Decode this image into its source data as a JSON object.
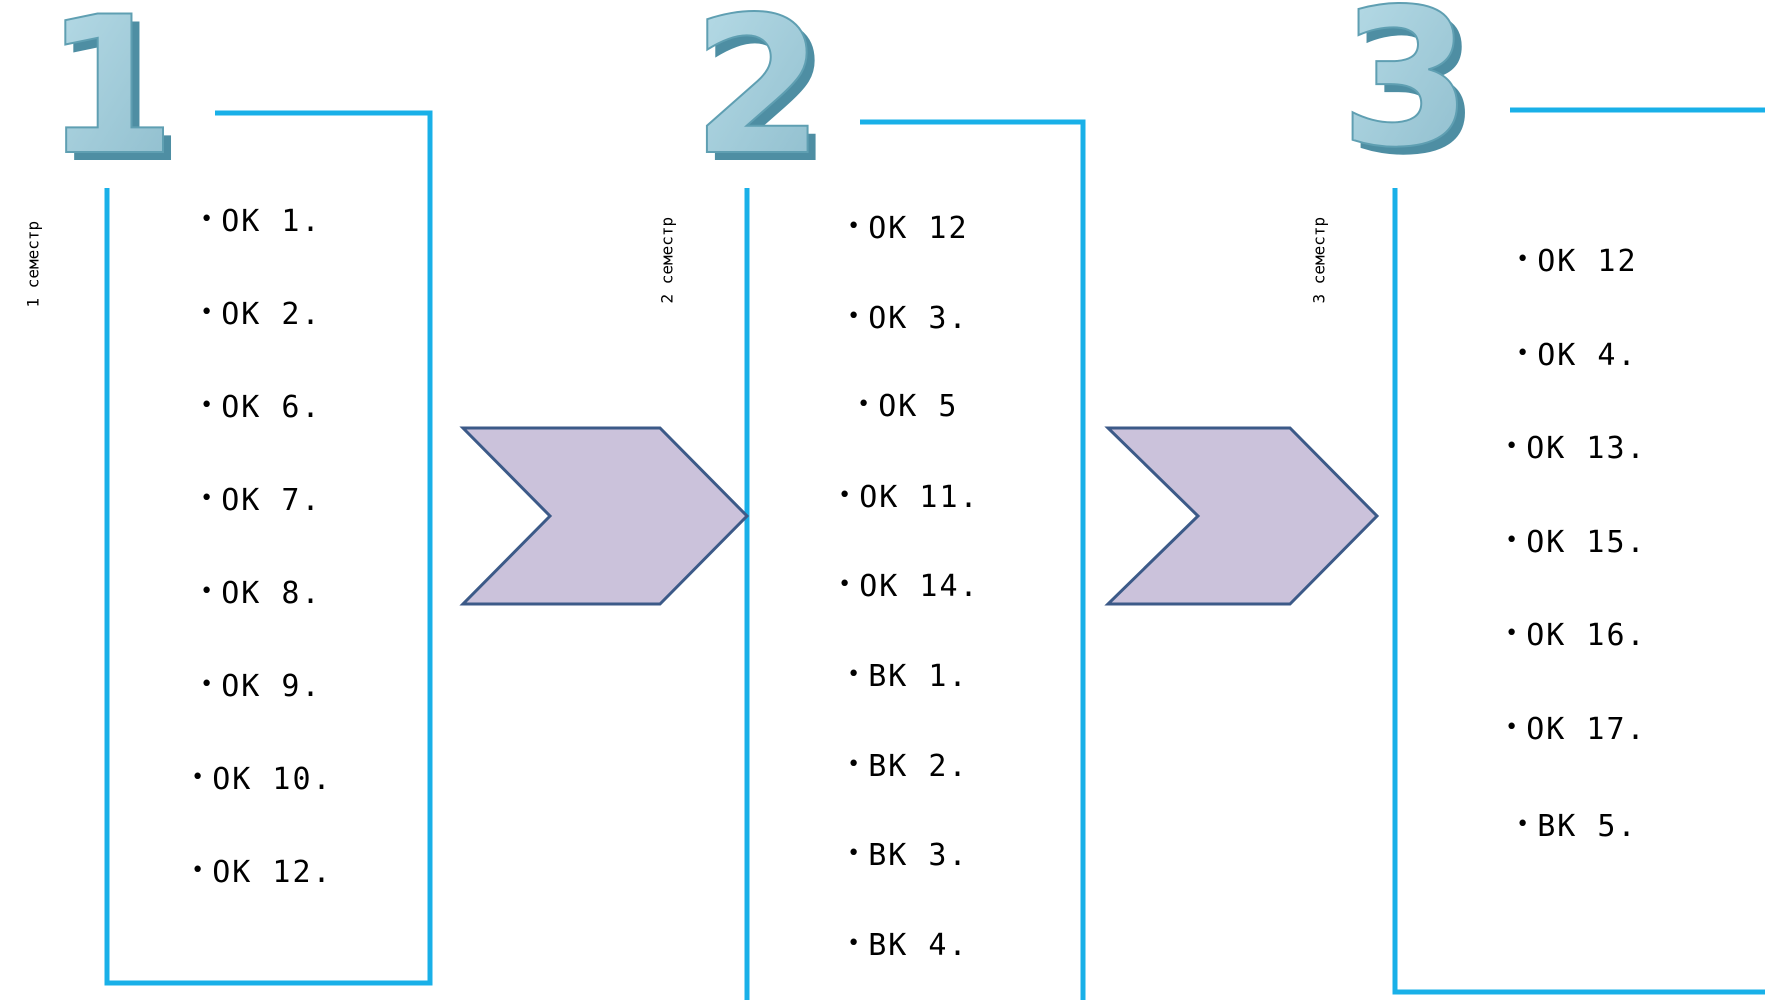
{
  "colors": {
    "frame": "#19b0e8",
    "arrow_fill": "#cbc2db",
    "arrow_stroke": "#3c5a88",
    "numeral_fill": "#9cc7d6",
    "numeral_shadow": "#4e8ea3"
  },
  "stages": [
    {
      "number": "1",
      "label": "1 семестр",
      "items": [
        "ОК 1.",
        "ОК 2.",
        "ОК 6.",
        "ОК 7.",
        "ОК 8.",
        "ОК 9.",
        "ОК 10.",
        "ОК 12."
      ]
    },
    {
      "number": "2",
      "label": "2 семестр",
      "items": [
        "ОК 12",
        "ОК 3.",
        "ОК 5",
        "ОК 11.",
        "ОК 14.",
        "ВК 1.",
        "ВК 2.",
        "ВК 3.",
        "ВК 4."
      ]
    },
    {
      "number": "3",
      "label": "3 семестр",
      "items": [
        "ОК 12",
        "ОК 4.",
        "ОК 13.",
        "ОК 15.",
        "ОК 16.",
        "ОК 17.",
        "ВК 5."
      ]
    }
  ],
  "connectors": [
    {
      "icon": "chevron-arrow-icon"
    },
    {
      "icon": "chevron-arrow-icon"
    }
  ]
}
